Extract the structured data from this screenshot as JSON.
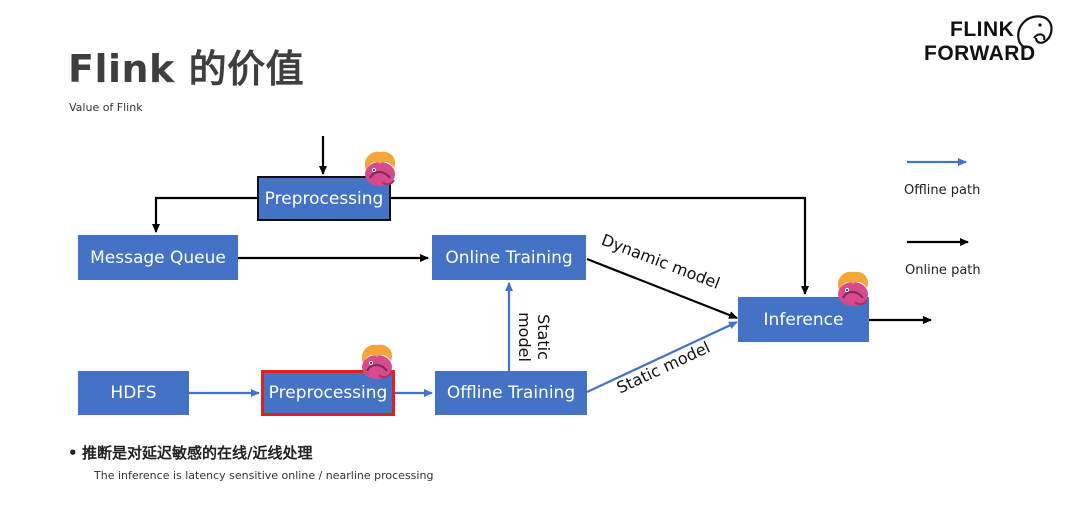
{
  "title": "Flink 的价值",
  "subtitle": "Value of Flink",
  "logo": {
    "line1": "FLINK",
    "line2": "FORWARD"
  },
  "nodes": {
    "preprocessing_top": "Preprocessing",
    "message_queue": "Message Queue",
    "online_training": "Online Training",
    "inference": "Inference",
    "hdfs": "HDFS",
    "preprocessing_bottom": "Preprocessing",
    "offline_training": "Offline Training"
  },
  "edge_labels": {
    "dynamic_model": "Dynamic model",
    "static_model_vertical": "Static\nmodel",
    "static_model_diag": "Static model"
  },
  "legend": {
    "offline_path": "Offline path",
    "online_path": "Online path"
  },
  "colors": {
    "node_fill": "#4472c4",
    "offline_arrow": "#4472c4",
    "online_arrow": "#000000",
    "highlight_border": "#e32020"
  },
  "icons": {
    "flink_mascot": "squirrel-icon"
  },
  "bullet": {
    "text": "推断是对延迟敏感的在线/近线处理",
    "sub": "The inference is latency sensitive online / nearline processing"
  }
}
